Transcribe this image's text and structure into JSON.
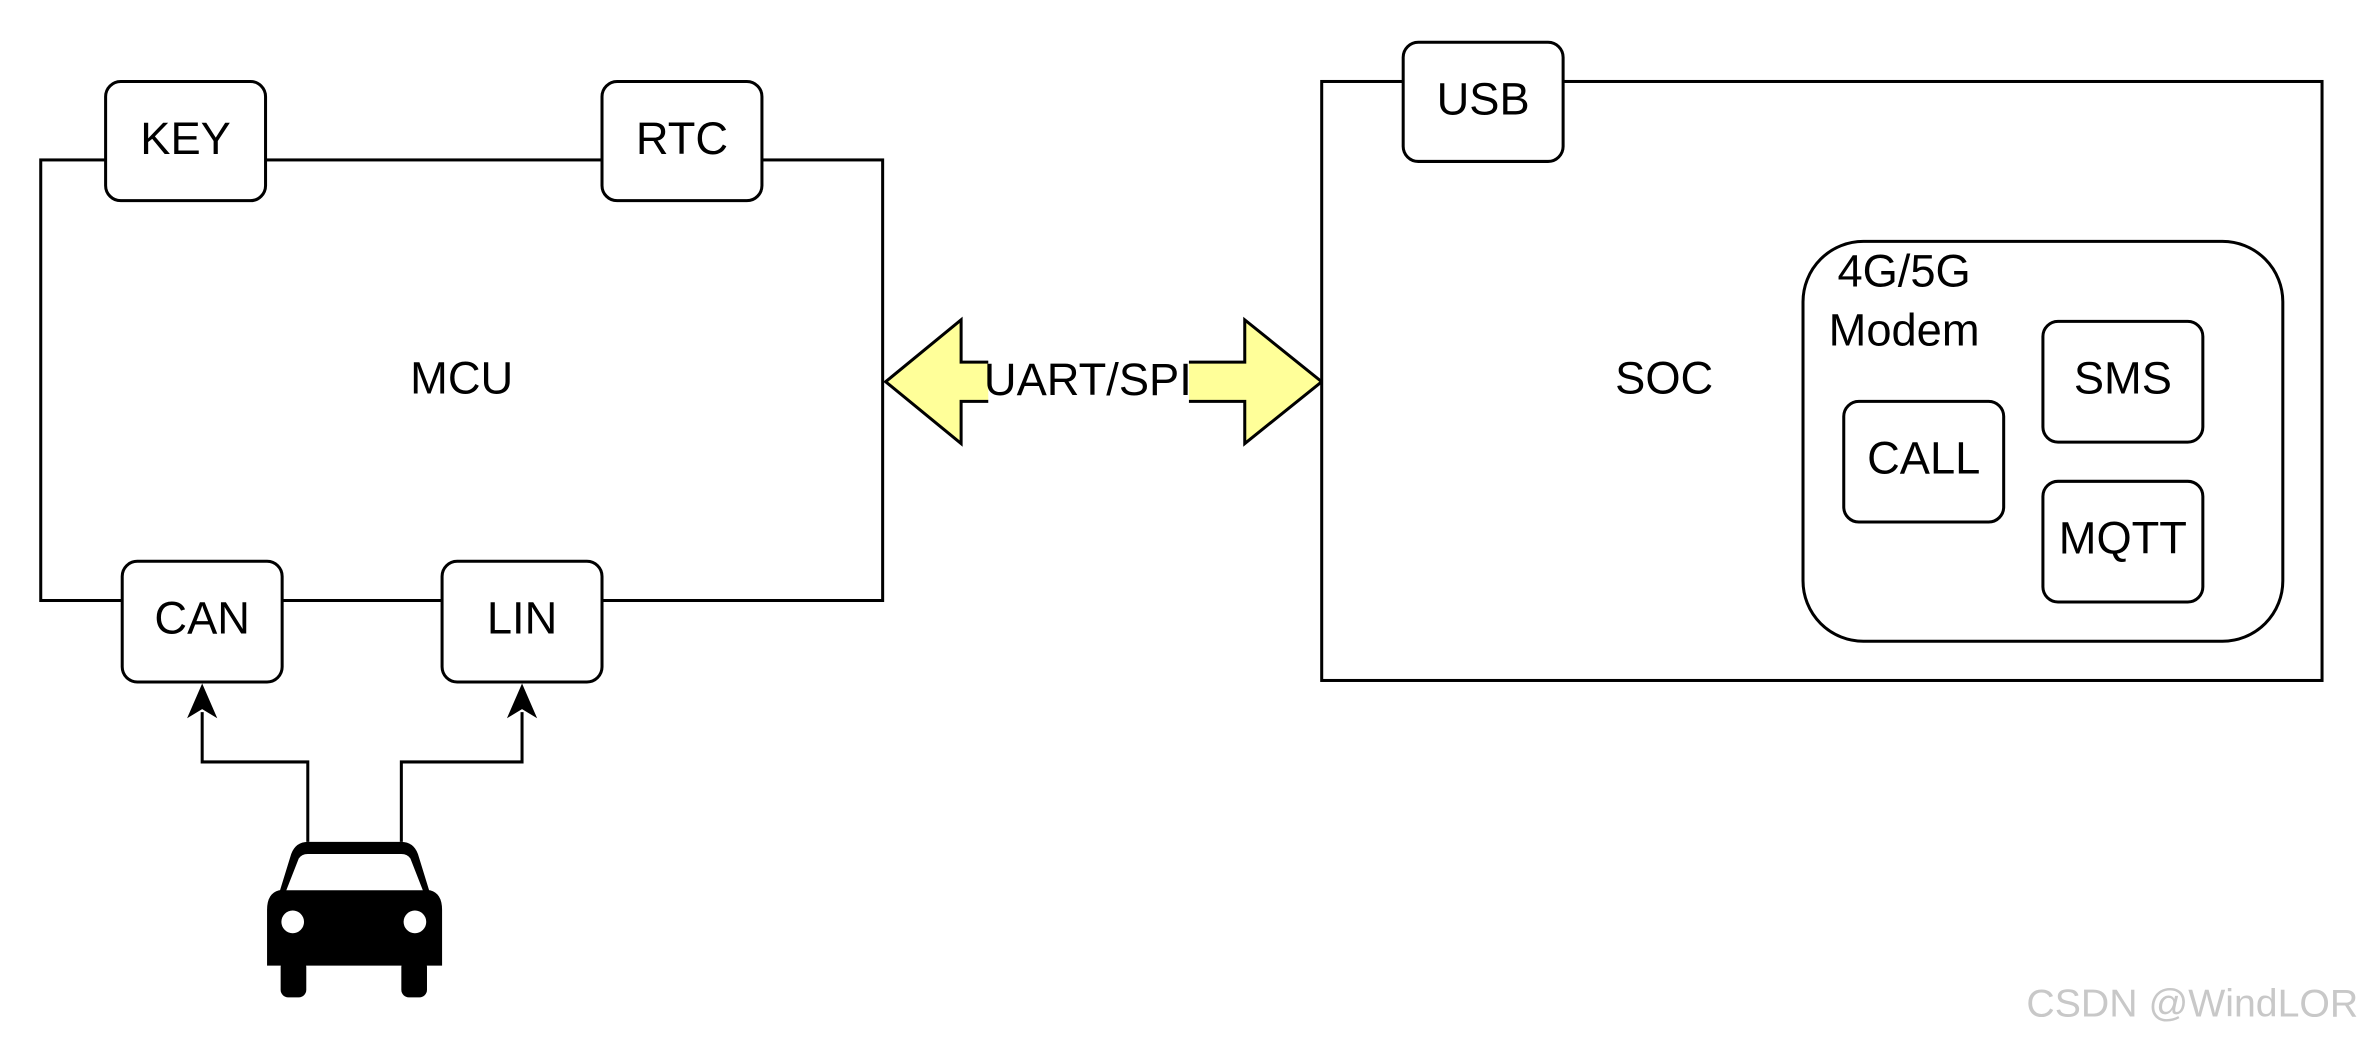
{
  "diagram": {
    "mcu": {
      "label": "MCU",
      "ports": {
        "key": "KEY",
        "rtc": "RTC",
        "can": "CAN",
        "lin": "LIN"
      }
    },
    "link": {
      "label": "UART/SPI"
    },
    "soc": {
      "label": "SOC",
      "port_usb": "USB",
      "modem": {
        "label_line1": "4G/5G",
        "label_line2": "Modem",
        "call": "CALL",
        "sms": "SMS",
        "mqtt": "MQTT"
      }
    },
    "car_icon": "car-icon"
  },
  "watermark": "CSDN @WindLOR",
  "colors": {
    "arrow_fill": "#ffff99",
    "stroke": "#000000",
    "background": "#ffffff",
    "watermark": "#c8c8c8"
  }
}
